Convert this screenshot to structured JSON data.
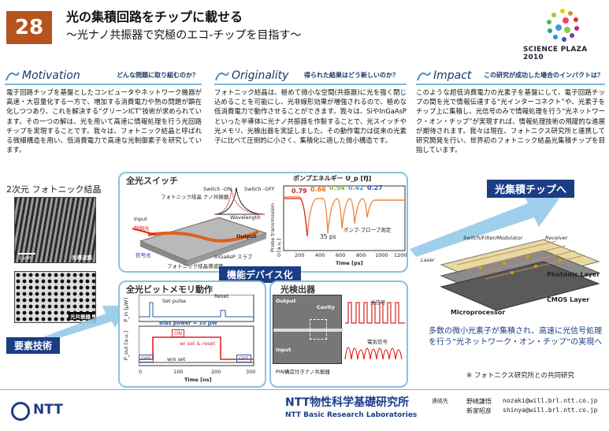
{
  "header": {
    "number": "28",
    "title": "光の集積回路をチップに載せる",
    "subtitle": "～光ナノ共振器で究極のエコ-チップを目指す～",
    "brand": "SCIENCE PLAZA 2010"
  },
  "sections": {
    "motivation": {
      "title": "Motivation",
      "question": "どんな問題に取り組むのか？",
      "text": "電子回路チップを基盤としたコンピュータやネットワーク機器が高速・大容量化する一方で、増加する消費電力や熱の問題が顕在化しつつあり、これを解決する“グリーンICT”技術が求められています。その一つの解は、光を用いて高速に情報処理を行う光回路チップを実現することです。我々は、フォトニック結晶と呼ばれる微細構造を用い、低消費電力で高速な光制御素子を研究しています。"
    },
    "originality": {
      "title": "Originality",
      "question": "得られた結果はどう新しいのか？",
      "text": "フォトニック結晶は、極めて微小な空間(共振器)に光を強く閉じ込めることを可能にし、光非線形効果が増強されるので、極めな低消費電力で動作させることができます。我々は、SiやInGaAsPといった半導体に光ナノ共振器を作製することで、光スイッチや光メモリ、光検出器を実証しました。その動作電力は従来の光素子に比べて圧倒的に小さく、集積化に適した微小構造です。"
    },
    "impact": {
      "title": "Impact",
      "question": "この研究が成功した場合のインパクトは？",
      "text": "このような超低消費電力の光素子を基盤にして、電子回路チップの間を光で情報伝達する“光インターコネクト”や、光素子をチップ上に集積し、光信号のみで情報処理を行う“光ネットワーク・オン・チップ”が実現すれば、情報処理技術の飛躍的な進展が期待されます。我々は現在、フォトニクス研究所と連携して研究開発を行い、世界初のフォトニック結晶光集積チップを目指しています。"
    }
  },
  "figures": {
    "pc_title": "2次元 フォトニック結晶",
    "waveguide": "光導波路",
    "resonator": "光共振器",
    "scale": "1 μm",
    "switch_title": "全光スイッチ",
    "switch_on": "Switch -ON",
    "switch_off": "Switch -OFF",
    "wavelength": "Wavelength",
    "pc_nano": "フォトニック結晶 ナノ共振器",
    "input": "Input",
    "output": "Output",
    "control": "制御光",
    "signal": "信号光",
    "slab": "InGaAsP スラブ",
    "pc_wg": "フォトニック結晶導波路",
    "pump_label": "ポンプエネルギー U_p [fJ]",
    "pump_values": [
      "0.79",
      "0.66",
      "0.54",
      "0.42",
      "0.27"
    ],
    "probe_axis": "Probe transmission [a.u.]",
    "time_axis": "Time [ps]",
    "pulse": "35 ps",
    "pumpprobe": "ポンプ-プローブ測定",
    "x_ticks": [
      "0",
      "200",
      "400",
      "600",
      "800",
      "1000",
      "1200"
    ],
    "memory_title": "全光ビットメモリ動作",
    "set_pulse": "Set pulse",
    "reset": "Reset",
    "bias": "Bias power = 10 μW",
    "on": "ON",
    "off": "OFF",
    "wset": "w/ set & reset",
    "woset": "w/o set",
    "mem_x": "Time [ns]",
    "mem_ticks": [
      "0",
      "100",
      "200",
      "300"
    ],
    "pin": "P_in [μW]",
    "pout": "P_out [a.u.]",
    "detector_title": "光検出器",
    "cavity": "Cavity",
    "input2": "Input",
    "pin_nano": "PIN構造付きナノ共振器",
    "optical_signal": "光信号",
    "electrical_signal": "電気信号",
    "device_tab": "機能デバイス化",
    "element_tab": "要素技術",
    "integration_tab": "光集積チップへ",
    "chip_labels": {
      "top": "Switch/Filter/Modulator",
      "receiver": "Receiver",
      "laser": "Laser",
      "photonic": "Photonic Layer",
      "cmos": "CMOS Layer",
      "micro": "Microprocessor"
    },
    "caption": "多数の微小光素子が集積され、高速に光信号処理を行う“光ネットワーク・オン・チップ”の実現へ",
    "collab": "※ フォトニクス研究所との共同研究"
  },
  "footer": {
    "ntt": "NTT",
    "lab_jp": "NTT物性科学基礎研究所",
    "lab_en": "NTT Basic Research Laboratories",
    "contact_label": "連絡先",
    "contacts": [
      {
        "name": "野崎謙悟",
        "email": "nozaki@will.brl.ntt.co.jp"
      },
      {
        "name": "新家昭彦",
        "email": "shinya@will.brl.ntt.co.jp"
      }
    ]
  },
  "colors": {
    "accent": "#b5541f",
    "brand_blue": "#1b3d86",
    "light_blue": "#8dc0dc"
  }
}
